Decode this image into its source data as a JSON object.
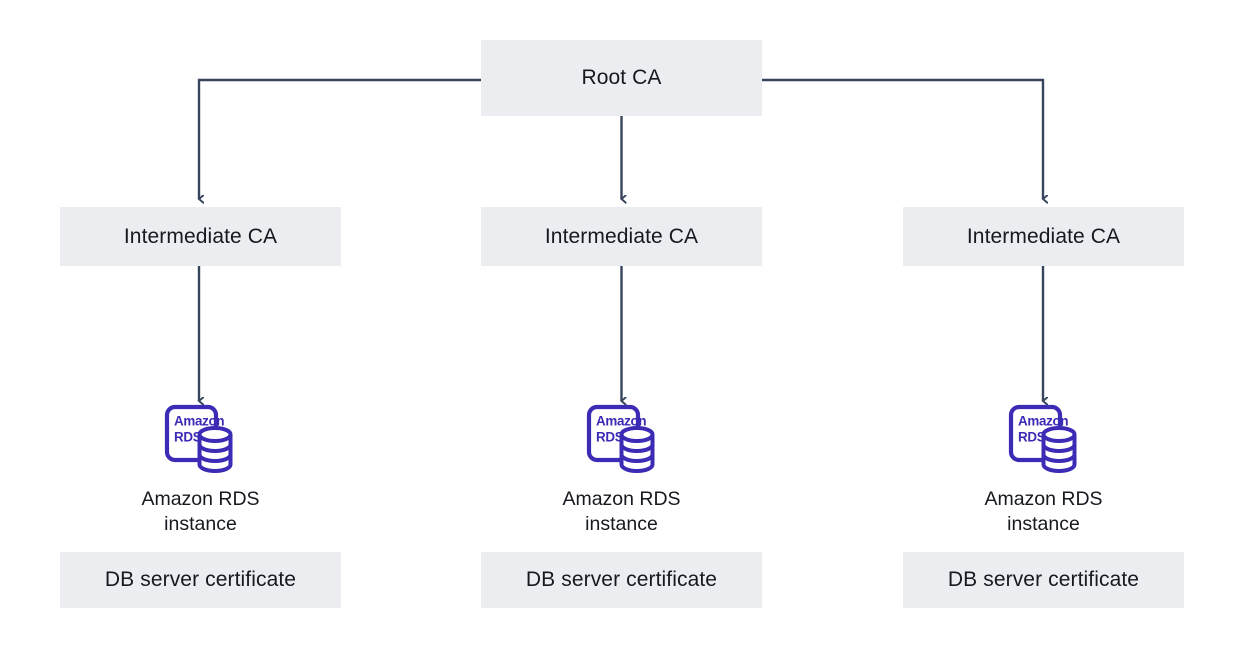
{
  "diagram": {
    "title_node": {
      "label": "Root CA",
      "name": "root-ca-box"
    },
    "box_fill_color": "#ECEDF1",
    "connector_color": "#36455C",
    "icon_color": "#3B2BB5",
    "text_color": "#16191F",
    "background_color": "#FFFFFF",
    "columns": [
      {
        "id": "left",
        "intermediate_label": "Intermediate CA",
        "icon_name": "amazon-rds-icon",
        "icon_text_line1": "Amazon",
        "icon_text_line2": "RDS",
        "instance_caption": "Amazon RDS\ninstance",
        "certificate_label": "DB server certificate"
      },
      {
        "id": "center",
        "intermediate_label": "Intermediate CA",
        "icon_name": "amazon-rds-icon",
        "icon_text_line1": "Amazon",
        "icon_text_line2": "RDS",
        "instance_caption": "Amazon RDS\ninstance",
        "certificate_label": "DB server certificate"
      },
      {
        "id": "right",
        "intermediate_label": "Intermediate CA",
        "icon_name": "amazon-rds-icon",
        "icon_text_line1": "Amazon",
        "icon_text_line2": "RDS",
        "instance_caption": "Amazon RDS\ninstance",
        "certificate_label": "DB server certificate"
      }
    ]
  }
}
